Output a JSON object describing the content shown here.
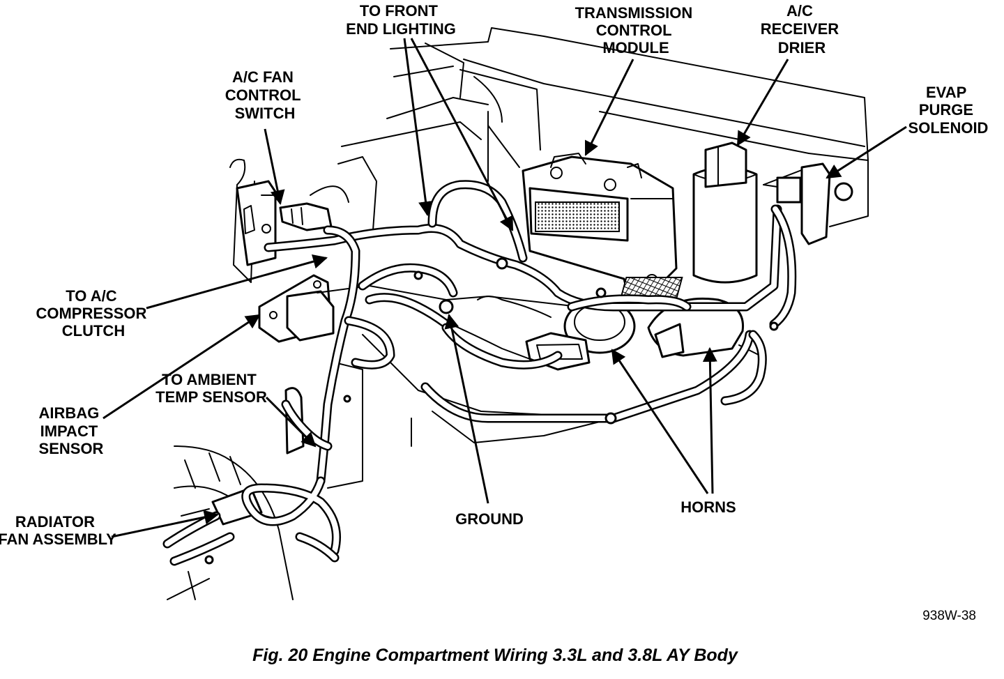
{
  "labels": {
    "front_end_lighting": [
      "TO FRONT",
      "END LIGHTING"
    ],
    "transmission_control_module": [
      "TRANSMISSION",
      "CONTROL",
      "MODULE"
    ],
    "ac_receiver_drier": [
      "A/C",
      "RECEIVER",
      "DRIER"
    ],
    "ac_fan_control_switch": [
      "A/C FAN",
      "CONTROL",
      "SWITCH"
    ],
    "evap_purge_solenoid": [
      "EVAP",
      "PURGE",
      "SOLENOID"
    ],
    "ac_compressor_clutch": [
      "TO A/C",
      "COMPRESSOR",
      "CLUTCH"
    ],
    "ambient_temp_sensor": [
      "TO AMBIENT",
      "TEMP SENSOR"
    ],
    "airbag_impact_sensor": [
      "AIRBAG",
      "IMPACT",
      "SENSOR"
    ],
    "radiator_fan_assembly": [
      "RADIATOR",
      "FAN ASSEMBLY"
    ],
    "ground": [
      "GROUND"
    ],
    "horns": [
      "HORNS"
    ]
  },
  "reference_code": "938W-38",
  "caption": "Fig. 20 Engine Compartment Wiring 3.3L and 3.8L AY Body"
}
